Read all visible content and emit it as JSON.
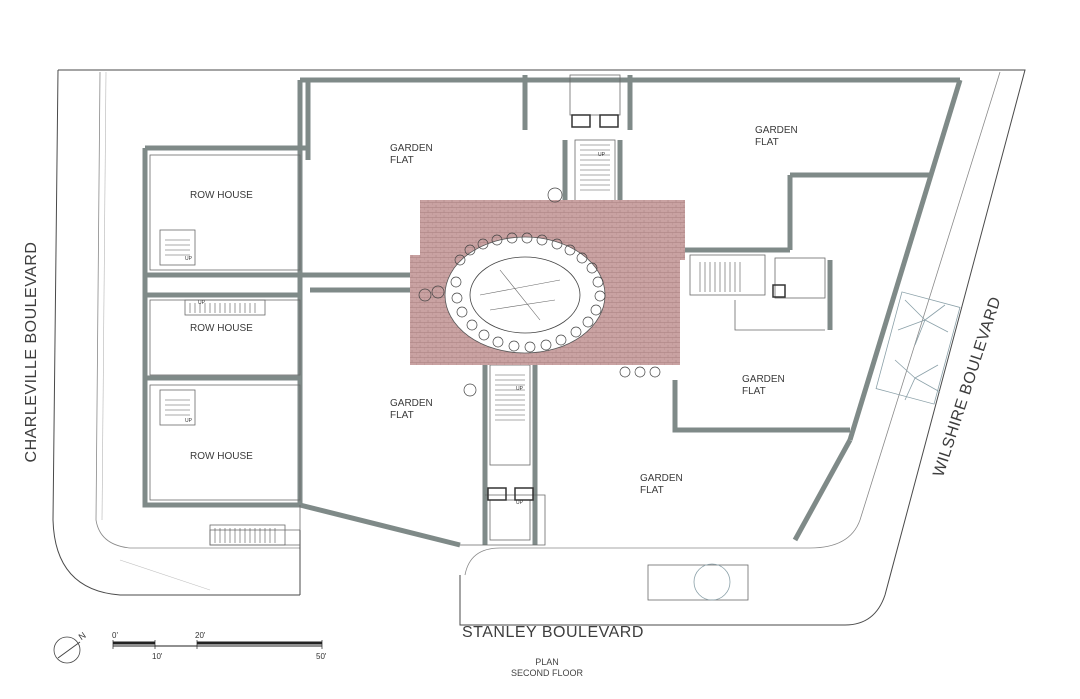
{
  "rooms": {
    "row_house_1": "ROW HOUSE",
    "row_house_2": "ROW HOUSE",
    "row_house_3": "ROW HOUSE",
    "garden_flat_nw": [
      "GARDEN",
      "FLAT"
    ],
    "garden_flat_ne": [
      "GARDEN",
      "FLAT"
    ],
    "garden_flat_w": [
      "GARDEN",
      "FLAT"
    ],
    "garden_flat_e": [
      "GARDEN",
      "FLAT"
    ],
    "garden_flat_s": [
      "GARDEN",
      "FLAT"
    ]
  },
  "streets": {
    "west": "CHARLEVILLE BOULEVARD",
    "east": "WILSHIRE BOULEVARD",
    "south": "STANLEY BOULEVARD"
  },
  "stair_label": "UP",
  "scale_bar": {
    "marks_top": [
      "0'",
      "20'"
    ],
    "marks_bottom": [
      "10'",
      "50'"
    ]
  },
  "north_arrow": "N",
  "caption": [
    "PLAN",
    "SECOND FLOOR"
  ],
  "colors": {
    "wall": "#7f8a88",
    "wall_dark": "#5d6866",
    "paving": "#c9a4a4",
    "line": "#4a4a4a"
  }
}
